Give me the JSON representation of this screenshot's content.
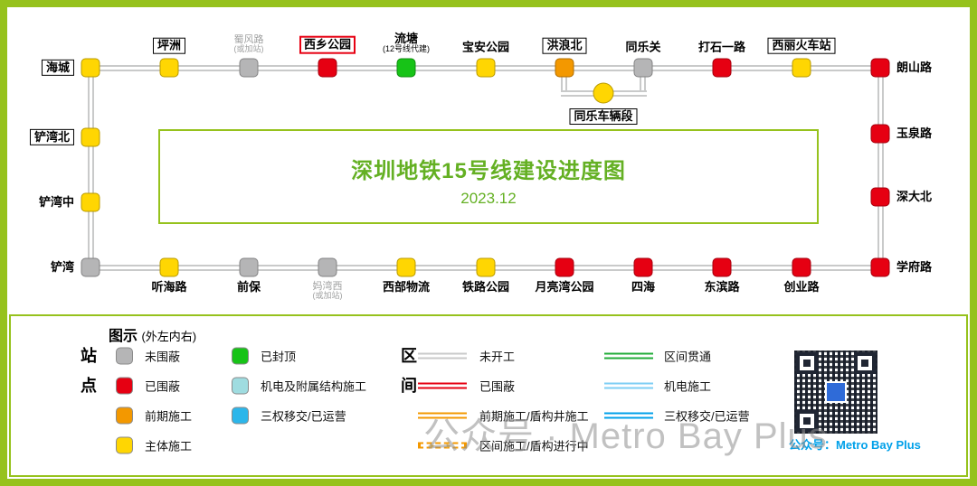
{
  "title": {
    "main": "深圳地铁15号线建设进度图",
    "date": "2023.12"
  },
  "watermark": "公众号 · Metro Bay Plus",
  "qr_caption": "公众号：Metro Bay Plus",
  "colors": {
    "frame_green": "#96c21d",
    "title_green": "#64b023",
    "track_gray": "#c9caca",
    "status": {
      "not_enclosed": "#b5b5b6",
      "enclosed": "#e60012",
      "pre_construction": "#f39800",
      "main_construction": "#ffd602",
      "topped_out": "#17c317",
      "mep": "#9fdce0",
      "operational": "#2cb6ea"
    }
  },
  "map": {
    "top": [
      {
        "name": "海城",
        "status": "main_construction",
        "label": "left",
        "box": "black"
      },
      {
        "name": "坪洲",
        "status": "main_construction",
        "label": "above",
        "box": "black"
      },
      {
        "name": "蜀风路",
        "sub": "(或加站)",
        "status": "not_enclosed",
        "label": "above",
        "gray": true
      },
      {
        "name": "西乡公园",
        "status": "enclosed",
        "label": "above",
        "box": "red"
      },
      {
        "name": "流塘",
        "sub": "(12号线代建)",
        "status": "topped_out",
        "label": "above"
      },
      {
        "name": "宝安公园",
        "status": "main_construction",
        "label": "above"
      },
      {
        "name": "洪浪北",
        "status": "pre_construction",
        "label": "above",
        "box": "black"
      },
      {
        "name": "同乐关",
        "status": "not_enclosed",
        "label": "above"
      },
      {
        "name": "打石一路",
        "status": "enclosed",
        "label": "above"
      },
      {
        "name": "西丽火车站",
        "status": "main_construction",
        "label": "above",
        "box": "black"
      },
      {
        "name": "朗山路",
        "status": "enclosed",
        "label": "right"
      }
    ],
    "right": [
      {
        "name": "玉泉路",
        "status": "enclosed",
        "label": "right"
      },
      {
        "name": "深大北",
        "status": "enclosed",
        "label": "right"
      },
      {
        "name": "学府路",
        "status": "enclosed",
        "label": "right"
      }
    ],
    "bottom": [
      {
        "name": "创业路",
        "status": "enclosed",
        "label": "below"
      },
      {
        "name": "东滨路",
        "status": "enclosed",
        "label": "below"
      },
      {
        "name": "四海",
        "status": "enclosed",
        "label": "below"
      },
      {
        "name": "月亮湾公园",
        "status": "enclosed",
        "label": "below"
      },
      {
        "name": "铁路公园",
        "status": "main_construction",
        "label": "below"
      },
      {
        "name": "西部物流",
        "status": "main_construction",
        "label": "below"
      },
      {
        "name": "妈湾西",
        "sub": "(或加站)",
        "status": "not_enclosed",
        "label": "below",
        "gray": true
      },
      {
        "name": "前保",
        "status": "not_enclosed",
        "label": "below"
      },
      {
        "name": "听海路",
        "status": "main_construction",
        "label": "below"
      },
      {
        "name": "铲湾",
        "status": "not_enclosed",
        "label": "left"
      }
    ],
    "left": [
      {
        "name": "铲湾北",
        "status": "main_construction",
        "label": "left",
        "box": "black"
      },
      {
        "name": "铲湾中",
        "status": "main_construction",
        "label": "left"
      }
    ],
    "depot": {
      "name": "同乐车辆段",
      "status": "main_construction",
      "label": "below",
      "box": "black"
    }
  },
  "legend": {
    "title": "图示",
    "note": "(外左内右)",
    "station_group": "站点",
    "section_group": "区间",
    "station_cols": [
      [
        {
          "label": "未围蔽",
          "color": "#b5b5b6"
        },
        {
          "label": "已围蔽",
          "color": "#e60012"
        },
        {
          "label": "前期施工",
          "color": "#f39800"
        },
        {
          "label": "主体施工",
          "color": "#ffd602"
        }
      ],
      [
        {
          "label": "已封顶",
          "color": "#17c317"
        },
        {
          "label": "机电及附属结构施工",
          "color": "#9fdce0"
        },
        {
          "label": "三权移交/已运营",
          "color": "#2cb6ea"
        }
      ]
    ],
    "section_cols": [
      [
        {
          "label": "未开工",
          "color": "#c9caca",
          "style": "solid"
        },
        {
          "label": "已围蔽",
          "color": "#e60012",
          "style": "solid"
        },
        {
          "label": "前期施工/盾构井施工",
          "color": "#f39800",
          "style": "solid"
        },
        {
          "label": "区间施工/盾构进行中",
          "color": "#f39800",
          "style": "arrows"
        }
      ],
      [
        {
          "label": "区间贯通",
          "color": "#22ac38",
          "style": "solid"
        },
        {
          "label": "机电施工",
          "color": "#7ecef4",
          "style": "solid"
        },
        {
          "label": "三权移交/已运营",
          "color": "#00a0e9",
          "style": "solid"
        }
      ]
    ]
  }
}
